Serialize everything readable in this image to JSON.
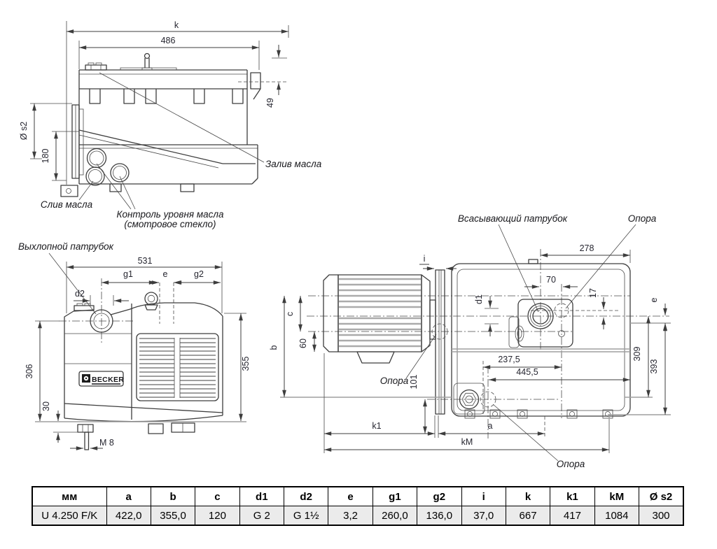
{
  "side_view": {
    "dim_k": "k",
    "dim_486": "486",
    "dim_49": "49",
    "dim_s2": "Ø s2",
    "dim_180": "180",
    "label_oil_fill": "Залив масла",
    "label_oil_drain": "Слив масла",
    "label_oil_level_1": "Контроль уровня масла",
    "label_oil_level_2": "(смотровое стекло)"
  },
  "front_view": {
    "label_exhaust": "Выхлопной патрубок",
    "brand": "BECKER",
    "dim_531": "531",
    "dim_g1": "g1",
    "dim_e": "e",
    "dim_g2": "g2",
    "dim_d2": "d2",
    "dim_306": "306",
    "dim_30": "30",
    "dim_m8": "M 8",
    "dim_355": "355"
  },
  "top_view": {
    "label_suction": "Всасывающий патрубок",
    "label_support": "Опора",
    "dim_i": "i",
    "dim_278": "278",
    "dim_70": "70",
    "dim_17": "17",
    "dim_e": "e",
    "dim_d1": "d1",
    "dim_c": "c",
    "dim_b": "b",
    "dim_60": "60",
    "dim_101": "101",
    "dim_237_5": "237,5",
    "dim_445_5": "445,5",
    "dim_309": "309",
    "dim_393": "393",
    "dim_k1": "k1",
    "dim_a": "a",
    "dim_kM": "kM"
  },
  "table": {
    "headers": [
      "мм",
      "a",
      "b",
      "c",
      "d1",
      "d2",
      "e",
      "g1",
      "g2",
      "i",
      "k",
      "k1",
      "kM",
      "Ø s2"
    ],
    "row": [
      "U 4.250 F/K",
      "422,0",
      "355,0",
      "120",
      "G 2",
      "G 1½",
      "3,2",
      "260,0",
      "136,0",
      "37,0",
      "667",
      "417",
      "1084",
      "300"
    ]
  },
  "colors": {
    "line": "#3d3d3d",
    "soft_line": "#9f9f9f",
    "table_row_bg": "#ebebeb"
  }
}
